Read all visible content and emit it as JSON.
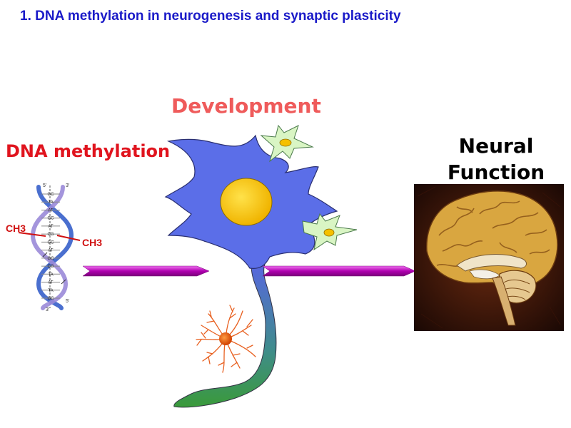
{
  "slide": {
    "title": "1. DNA methylation in neurogenesis and synaptic plasticity"
  },
  "labels": {
    "development": "Development",
    "dna_methylation": "DNA methylation",
    "neural_function_line1": "Neural",
    "neural_function_line2": "Function",
    "ch3_left": "CH3",
    "ch3_right": "CH3"
  },
  "dna": {
    "strand_top_left": "5'",
    "strand_top_right": "3'",
    "strand_bottom_left": "3'",
    "strand_bottom_right": "5'",
    "base_pairs": [
      "GC",
      "TA",
      "AT",
      "GC",
      "AT",
      "CG",
      "GC",
      "AT",
      "GC",
      "CG",
      "TA",
      "AT",
      "TA",
      "GC"
    ]
  },
  "colors": {
    "title": "#1a1ac8",
    "development": "#ef5b5b",
    "methylation": "#e0141e",
    "neuron_body": "#5a6ee6",
    "nucleus": "#f5c000",
    "glia": "#d9f5c4",
    "arrow": "#b000b0",
    "microglia": "#e86020"
  }
}
